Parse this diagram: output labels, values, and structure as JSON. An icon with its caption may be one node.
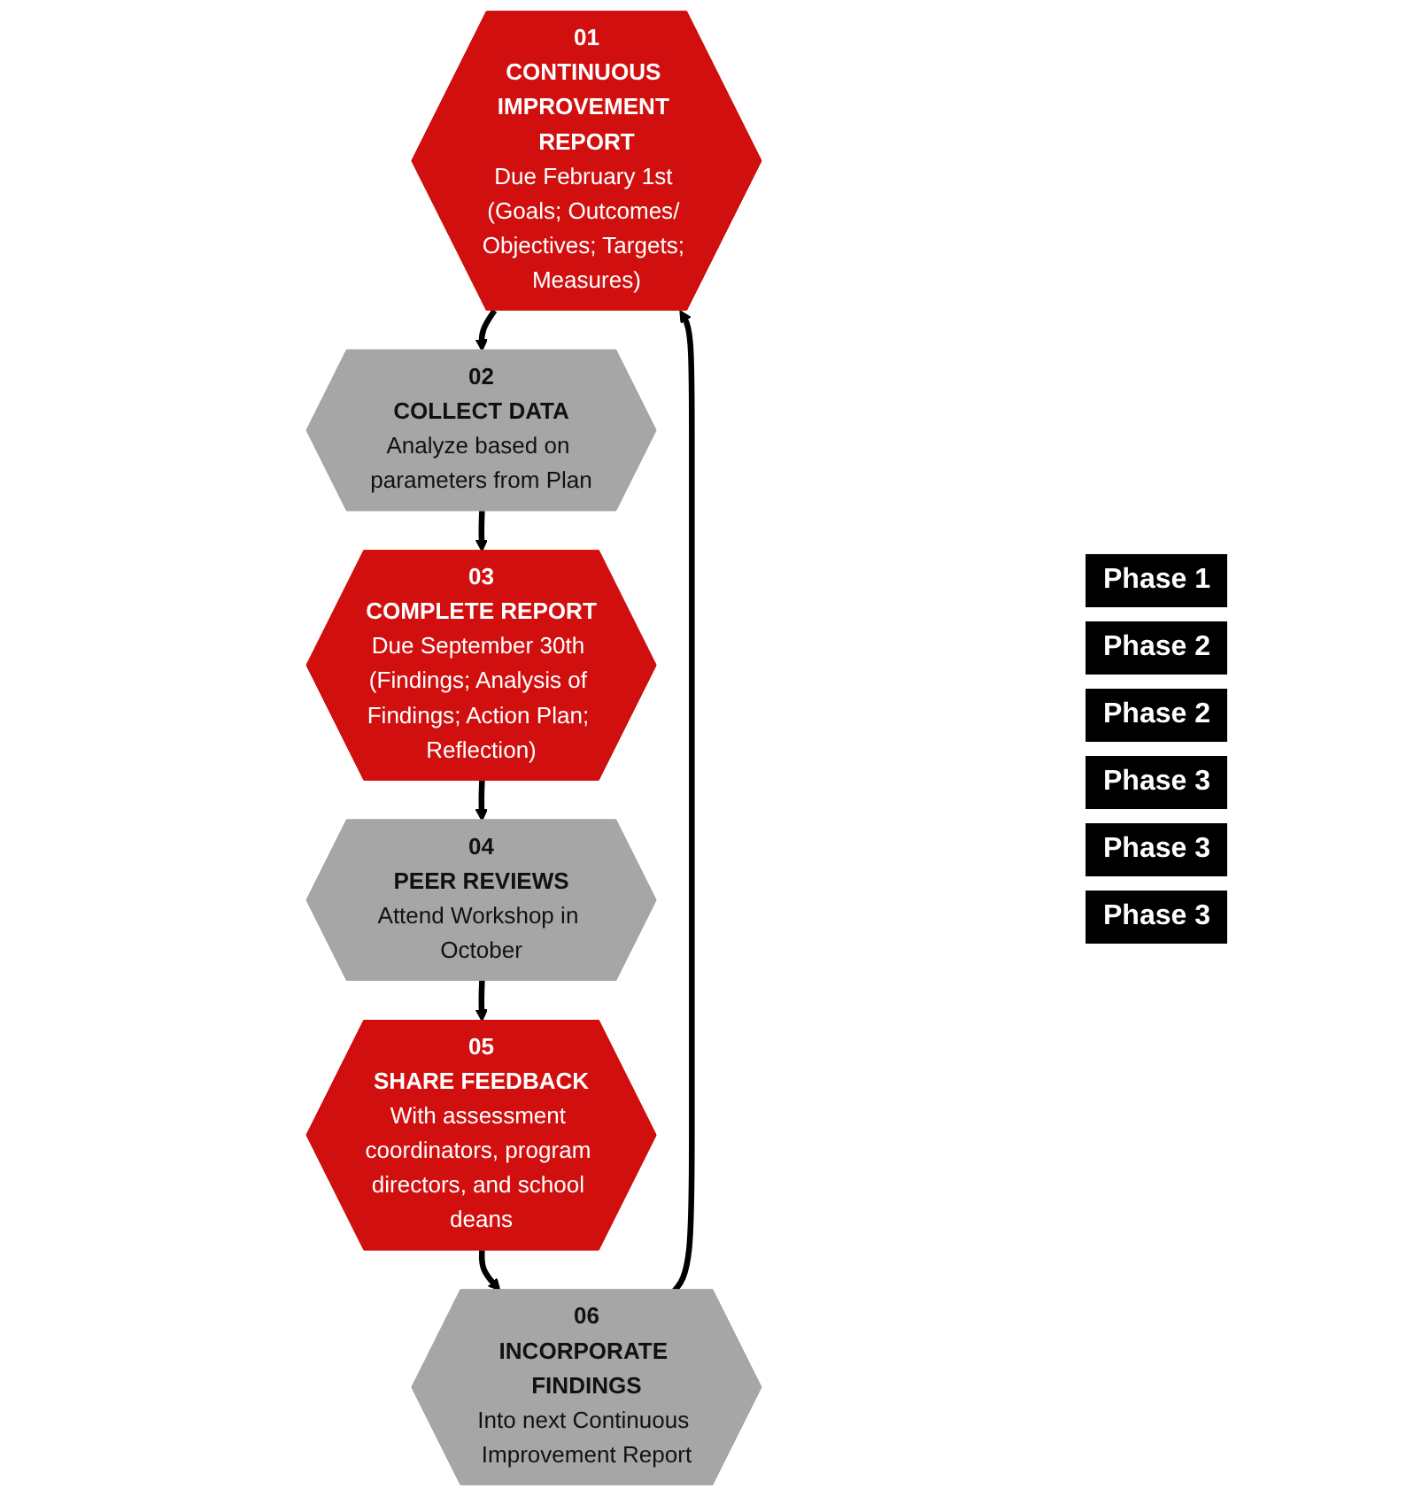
{
  "diagram": {
    "nodes": [
      {
        "text": [
          "01",
          "CONTINUOUS IMPROVEMENT REPORT",
          "Due February 1st (Goals; Outcomes/ Objectives; Targets; Measures)"
        ]
      },
      {
        "text": [
          "02",
          "COLLECT DATA",
          "Analyze based on parameters from Plan"
        ]
      },
      {
        "text": [
          "03",
          "COMPLETE REPORT",
          "Due September 30th (Findings; Analysis of Findings; Action Plan; Reflection)"
        ]
      },
      {
        "text": [
          "04",
          "PEER REVIEWS",
          "Attend Workshop in October"
        ]
      },
      {
        "text": [
          "05",
          "SHARE FEEDBACK",
          "With assessment coordinators, program directors, and school deans"
        ]
      },
      {
        "text": [
          "06",
          "INCORPORATE FINDINGS",
          "Into next Continuous Improvement Report"
        ]
      }
    ],
    "edges": [
      {
        "from": 0,
        "to": 1,
        "arrow": "to"
      },
      {
        "from": 1,
        "to": 2,
        "arrow": "to"
      },
      {
        "from": 2,
        "to": 3,
        "arrow": "to"
      },
      {
        "from": 3,
        "to": 4,
        "arrow": "to"
      },
      {
        "from": 4,
        "to": 5,
        "arrow": "to"
      },
      {
        "from": 5,
        "to": 0,
        "arrow": "to"
      }
    ],
    "labels": [
      "Phase 1",
      "Phase 2",
      "Phase 2",
      "Phase 3",
      "Phase 3",
      "Phase 3"
    ]
  }
}
